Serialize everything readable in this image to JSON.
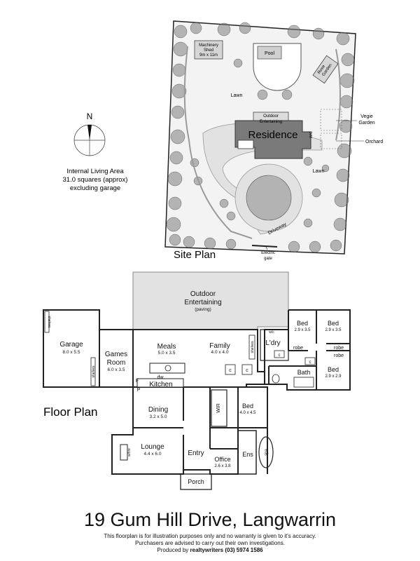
{
  "site_plan": {
    "title": "Site Plan",
    "compass": "N",
    "info": [
      "Internal Living Area",
      "31.0 squares (approx)",
      "excluding garage"
    ],
    "labels": {
      "machinery_shed": [
        "Machinery",
        "Shed",
        "9m x 11m"
      ],
      "pool": "Pool",
      "rose_garden": [
        "Rose",
        "Garden"
      ],
      "lawn_1": "Lawn",
      "lawn_2": "Lawn",
      "outdoor_entertaining": [
        "Outdoor",
        "Entertaining"
      ],
      "residence": "Residence",
      "wc": "W/C",
      "vegie_garden": [
        "Vegie",
        "Garden"
      ],
      "orchard": "Orchard",
      "driveway": "Driveway",
      "electric_gate": [
        "Electric",
        "gate"
      ]
    }
  },
  "floor_plan": {
    "title": "Floor  Plan",
    "rooms": {
      "outdoor": [
        "Outdoor",
        "Entertaining",
        "(paving)"
      ],
      "garage": {
        "name": "Garage",
        "size": "8.0 x 5.5"
      },
      "games": {
        "name": [
          "Games",
          "Room"
        ],
        "size": "6.0 x 3.5"
      },
      "meals": {
        "name": "Meals",
        "size": "5.0 x 3.5"
      },
      "family": {
        "name": "Family",
        "size": "4.0 x 4.0"
      },
      "laundry": {
        "name": "L'dry"
      },
      "bed1": {
        "name": "Bed",
        "size": "2.9 x 3.5"
      },
      "bed2": {
        "name": "Bed",
        "size": "2.9 x 3.5"
      },
      "bed3": {
        "name": "Bed",
        "size": "2.9 x 2.9"
      },
      "bed4": {
        "name": "Bed",
        "size": "4.0 x 4.5"
      },
      "bath": {
        "name": "Bath"
      },
      "kitchen": {
        "name": "Kitchen"
      },
      "dining": {
        "name": "Dining",
        "size": "3.2 x 5.0"
      },
      "lounge": {
        "name": "Lounge",
        "size": "4.4 x 6.0"
      },
      "entry": {
        "name": "Entry"
      },
      "office": {
        "name": "Office",
        "size": "2.6 x 3.8"
      },
      "ensuite": {
        "name": "Ens"
      },
      "porch": {
        "name": "Porch"
      }
    },
    "fixtures": {
      "shelves": "shelves",
      "robe": "robe",
      "wir": "WIR",
      "dw": "dw",
      "wc": "w/c",
      "fridge": "F",
      "pantry": "P",
      "cupboard": "c",
      "fireplace": "w/fire",
      "spa": "spa"
    }
  },
  "footer": {
    "address": "19 Gum Hill Drive, Langwarrin",
    "disclaimer_1": "This floorplan is for illustration purposes only and no warranty is given to it's accuracy.",
    "disclaimer_2": "Purchasers are advised to carry out their own investigations.",
    "produced_by": "Produced by",
    "producer": "realtywriters (03) 5974 1586"
  }
}
